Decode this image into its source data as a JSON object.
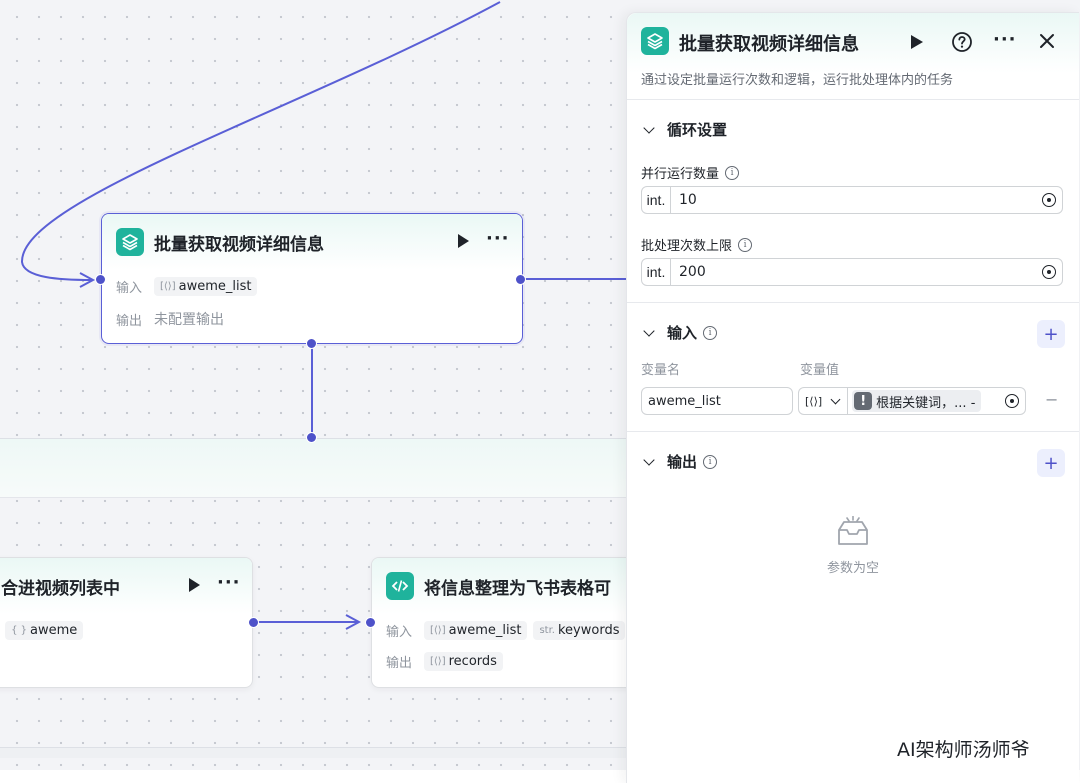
{
  "canvas": {
    "loop_node": {
      "title": "批量获取视频详细信息",
      "input_label": "输入",
      "input_chip_type": "[⟨⟩]",
      "input_chip_value": "aweme_list",
      "output_label": "输出",
      "output_value": "未配置输出"
    },
    "merge_node": {
      "title": "合进视频列表中",
      "input_chip_type": "{ }",
      "input_chip_value": "aweme"
    },
    "code_node": {
      "title": "将信息整理为飞书表格可",
      "input_label": "输入",
      "input_chip1_type": "[⟨⟩]",
      "input_chip1_value": "aweme_list",
      "input_chip2_type": "str.",
      "input_chip2_value": "keywords",
      "output_label": "输出",
      "output_chip_type": "[⟨⟩]",
      "output_chip_value": "records"
    }
  },
  "panel": {
    "title": "批量获取视频详细信息",
    "description": "通过设定批量运行次数和逻辑，运行批处理体内的任务",
    "loop_settings": {
      "title": "循环设置",
      "parallel_label": "并行运行数量",
      "parallel_type": "int.",
      "parallel_value": "10",
      "max_batch_label": "批处理次数上限",
      "max_batch_type": "int.",
      "max_batch_value": "200"
    },
    "inputs": {
      "title": "输入",
      "col_name": "变量名",
      "col_value": "变量值",
      "var_name": "aweme_list",
      "var_type": "[⟨⟩]",
      "var_ref": "根据关键词，... -"
    },
    "outputs": {
      "title": "输出",
      "empty_text": "参数为空"
    }
  },
  "watermark": "AI架构师汤师爷",
  "colors": {
    "accent": "#4e52c9",
    "node_icon": "#1fb39c",
    "edge": "#5a5fd6"
  }
}
